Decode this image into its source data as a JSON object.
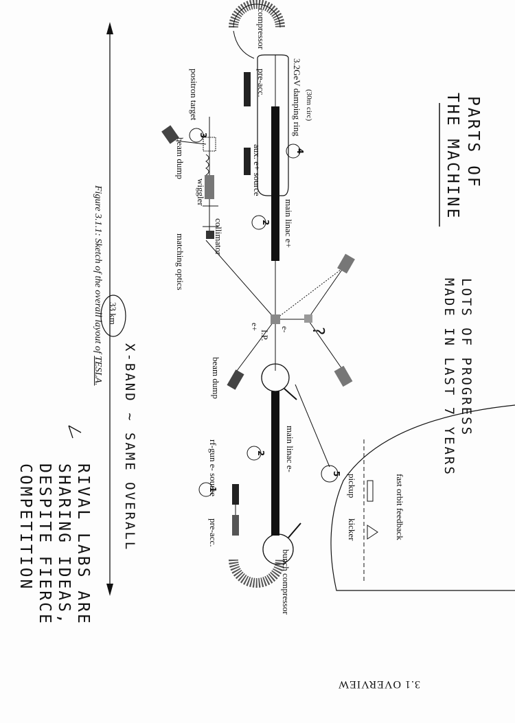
{
  "handwritten": {
    "title_line1": "PARTS OF",
    "title_line2": "THE MACHINE",
    "progress_line1": "LOTS OF PROGRESS",
    "progress_line2": "MADE IN LAST 7 YEARS",
    "xband_note": "X-BAND ~ SAME OVERALL",
    "rival_line1": "RIVAL LABS ARE",
    "rival_line2": "SHARING IDEAS,",
    "rival_line3": "DESPITE FIERCE",
    "rival_line4": "COMPETITION",
    "damping_note": "(30m circ)",
    "length": "33 km",
    "question_mark": "?",
    "n1": "1",
    "n2": "2",
    "n3": "3",
    "n4": "4",
    "n5": "5",
    "n2b": "2"
  },
  "labels": {
    "compressor_top": "compressor",
    "damping_ring": "3.2GeV damping ring",
    "pre_acc_top": "pre-acc.",
    "positron_target": "positron target",
    "aux_source": "aux. e+ source",
    "beam_dump_top": "beam dump",
    "wiggler": "wiggler",
    "main_linac_top": "main linac  e+",
    "collimator": "collimator",
    "matching_optics": "matching optics",
    "ip": "I.P.",
    "beam_dump_bottom": "beam dump",
    "main_linac_bottom": "main linac e-",
    "rf_gun": "rf-gun e- source",
    "pre_acc_bottom": "pre-acc.",
    "fast_orbit": "fast orbit feedback",
    "pickup": "pickup",
    "kicker": "kicker",
    "bunch_compressor": "bunch compressor",
    "e_plus": "e+",
    "e_minus": "e-"
  },
  "caption": {
    "prefix": "Figure 3.1.1:",
    "text": "Sketch of the overall layout of",
    "tesla": "TESLA."
  },
  "header": {
    "section": "3.1  OVERVIEW"
  }
}
